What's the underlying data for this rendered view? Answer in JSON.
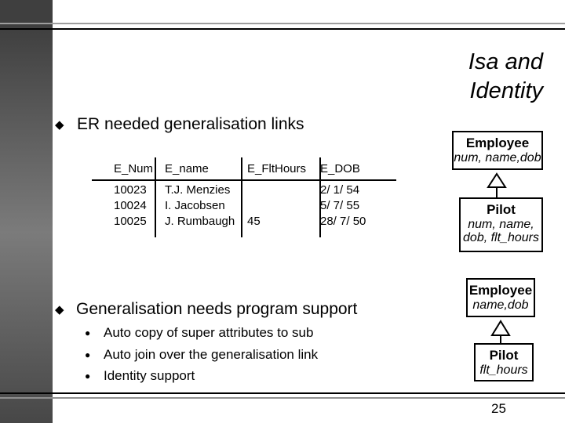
{
  "title": {
    "lines": [
      "Isa and",
      "Identity"
    ]
  },
  "glyphs": {
    "diamond_bullet": "◆",
    "dot_bullet": "●"
  },
  "bullet1": {
    "text": "ER needed generalisation links"
  },
  "bullet2": {
    "text": "Generalisation needs program support",
    "items": [
      "Auto copy of super attributes to sub",
      "Auto join over the generalisation link",
      "Identity support"
    ]
  },
  "table": {
    "columns": [
      "E_Num",
      "E_name",
      "E_FltHours",
      "E_DOB"
    ],
    "rows": [
      [
        "10023",
        "T.J. Menzies",
        "",
        "2/ 1/ 54"
      ],
      [
        "10024",
        "I. Jacobsen",
        "",
        "5/ 7/ 55"
      ],
      [
        "10025",
        "J. Rumbaugh",
        "45",
        "28/ 7/ 50"
      ]
    ]
  },
  "diagram_top": {
    "super_name": "Employee",
    "super_attrs": "num, name,dob",
    "sub_name": "Pilot",
    "sub_attr_lines": [
      "num, name,",
      "dob, flt_hours"
    ]
  },
  "diagram_bottom": {
    "super_name": "Employee",
    "super_attrs": "name,dob",
    "sub_name": "Pilot",
    "sub_attrs": "flt_hours"
  },
  "footer": {
    "page_number": "25"
  },
  "colors": {
    "bar-top": "#3f3f3f",
    "bar-mid": "#7b7b7b",
    "bar-bottom": "#474747",
    "rule-gray": "#9e9e9e",
    "rule-gray-bottom": "#8f8f8f",
    "line-black": "#000000"
  }
}
